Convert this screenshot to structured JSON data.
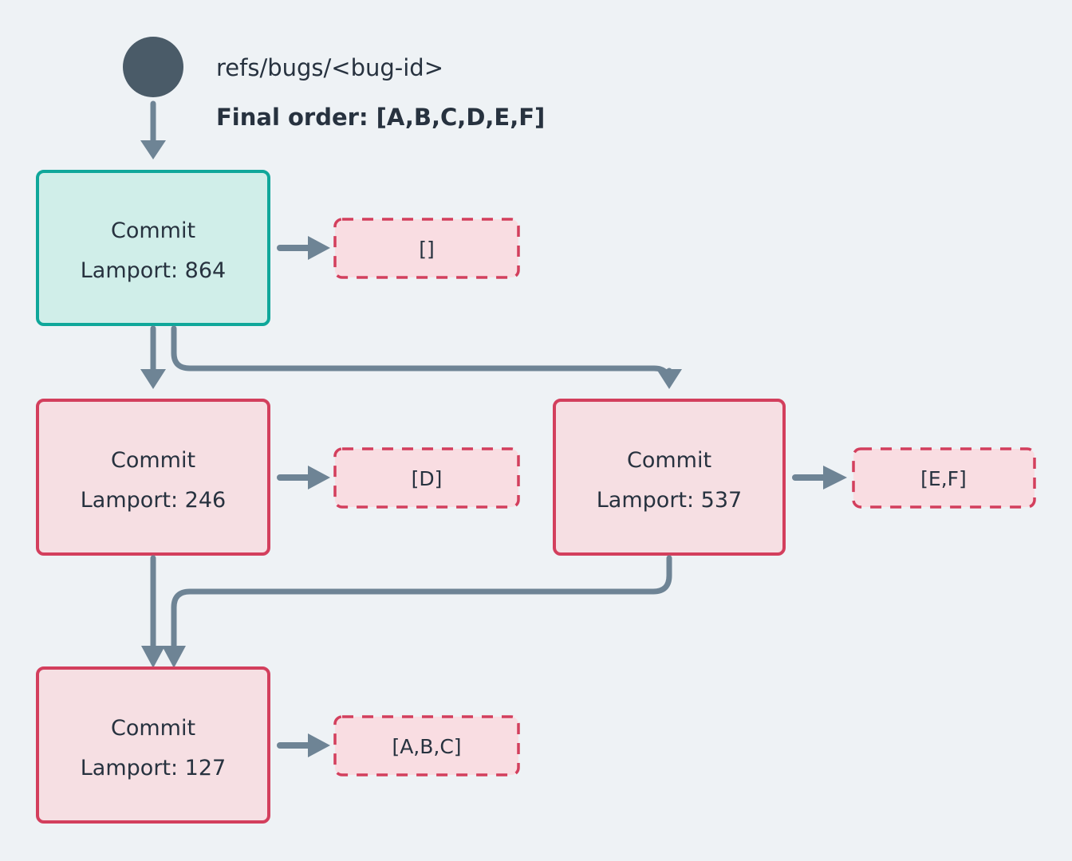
{
  "diagram": {
    "type": "flowchart",
    "direction": "top-down",
    "background_color": "#eef2f5",
    "root": {
      "icon": "filled-circle-node",
      "ref_label": "refs/bugs/<bug-id>",
      "final_order_label": "Final order: [A,B,C,D,E,F]"
    },
    "colors": {
      "start_node_fill": "#d0eee9",
      "start_node_stroke": "#0fa79a",
      "commit_node_fill": "#f6dfe3",
      "commit_node_stroke": "#d33f5d",
      "buffer_fill": "#f9dde2",
      "buffer_stroke": "#d33f5d",
      "edge": "#6e8495",
      "text": "#27323f",
      "root_dot": "#4a5b68"
    },
    "nodes": [
      {
        "id": "c864",
        "title": "Commit",
        "lamport": "Lamport: 864",
        "style": "start",
        "buffer": "[]"
      },
      {
        "id": "c246",
        "title": "Commit",
        "lamport": "Lamport: 246",
        "style": "commit",
        "buffer": "[D]"
      },
      {
        "id": "c537",
        "title": "Commit",
        "lamport": "Lamport: 537",
        "style": "commit",
        "buffer": "[E,F]"
      },
      {
        "id": "c127",
        "title": "Commit",
        "lamport": "Lamport: 127",
        "style": "commit",
        "buffer": "[A,B,C]"
      }
    ],
    "edges": [
      {
        "from": "root",
        "to": "c864"
      },
      {
        "from": "c864",
        "to": "c246"
      },
      {
        "from": "c864",
        "to": "c537"
      },
      {
        "from": "c246",
        "to": "c127"
      },
      {
        "from": "c537",
        "to": "c127"
      },
      {
        "from": "c864",
        "to": "buffer-c864"
      },
      {
        "from": "c246",
        "to": "buffer-c246"
      },
      {
        "from": "c537",
        "to": "buffer-c537"
      },
      {
        "from": "c127",
        "to": "buffer-c127"
      }
    ]
  }
}
